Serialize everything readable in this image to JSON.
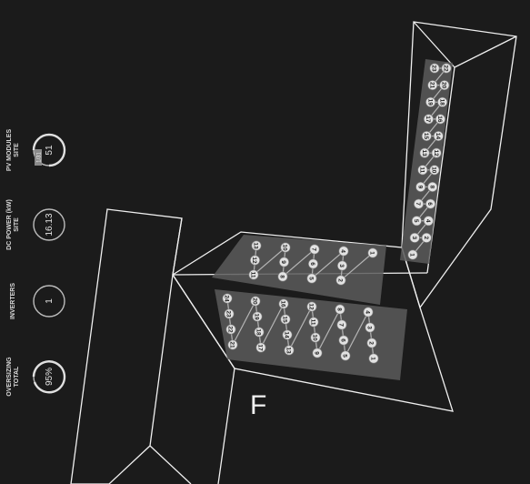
{
  "stats_panel": {
    "items": [
      {
        "label_line1": "SITE",
        "label_line2": "PV MODULES",
        "value": "51",
        "badge": "1/31"
      },
      {
        "label_line1": "SITE",
        "label_line2": "DC POWER (kW)",
        "value": "16.13"
      },
      {
        "label_line1": "INVERTERS",
        "label_line2": "",
        "value": "1"
      },
      {
        "label_line1": "TOTAL",
        "label_line2": "OVERSIZING",
        "value": "95%"
      }
    ],
    "gauge_color": "#bdbdbd",
    "badge_color": "#8a8a8a"
  },
  "roof_label": "F",
  "arrays": {
    "module_fill": "#5a5a5a",
    "circle_fill": "#e2e2e2",
    "string_line_color": "#b5b5b5",
    "upper_modules": [
      "23",
      "22",
      "21",
      "20",
      "19",
      "18",
      "17",
      "16",
      "15",
      "14",
      "13",
      "12",
      "11",
      "10",
      "9",
      "8",
      "7",
      "6",
      "5",
      "4",
      "3",
      "2",
      "1"
    ],
    "middle_modules": [
      "13",
      "12",
      "11",
      "10",
      "9",
      "8",
      "7",
      "6",
      "5",
      "4",
      "3",
      "2",
      "1"
    ],
    "lower_modules": [
      "24",
      "23",
      "22",
      "21",
      "20",
      "19",
      "18",
      "17",
      "16",
      "15",
      "14",
      "13",
      "12",
      "11",
      "10",
      "9",
      "8",
      "7",
      "6",
      "5",
      "4",
      "3",
      "2",
      "1"
    ]
  }
}
